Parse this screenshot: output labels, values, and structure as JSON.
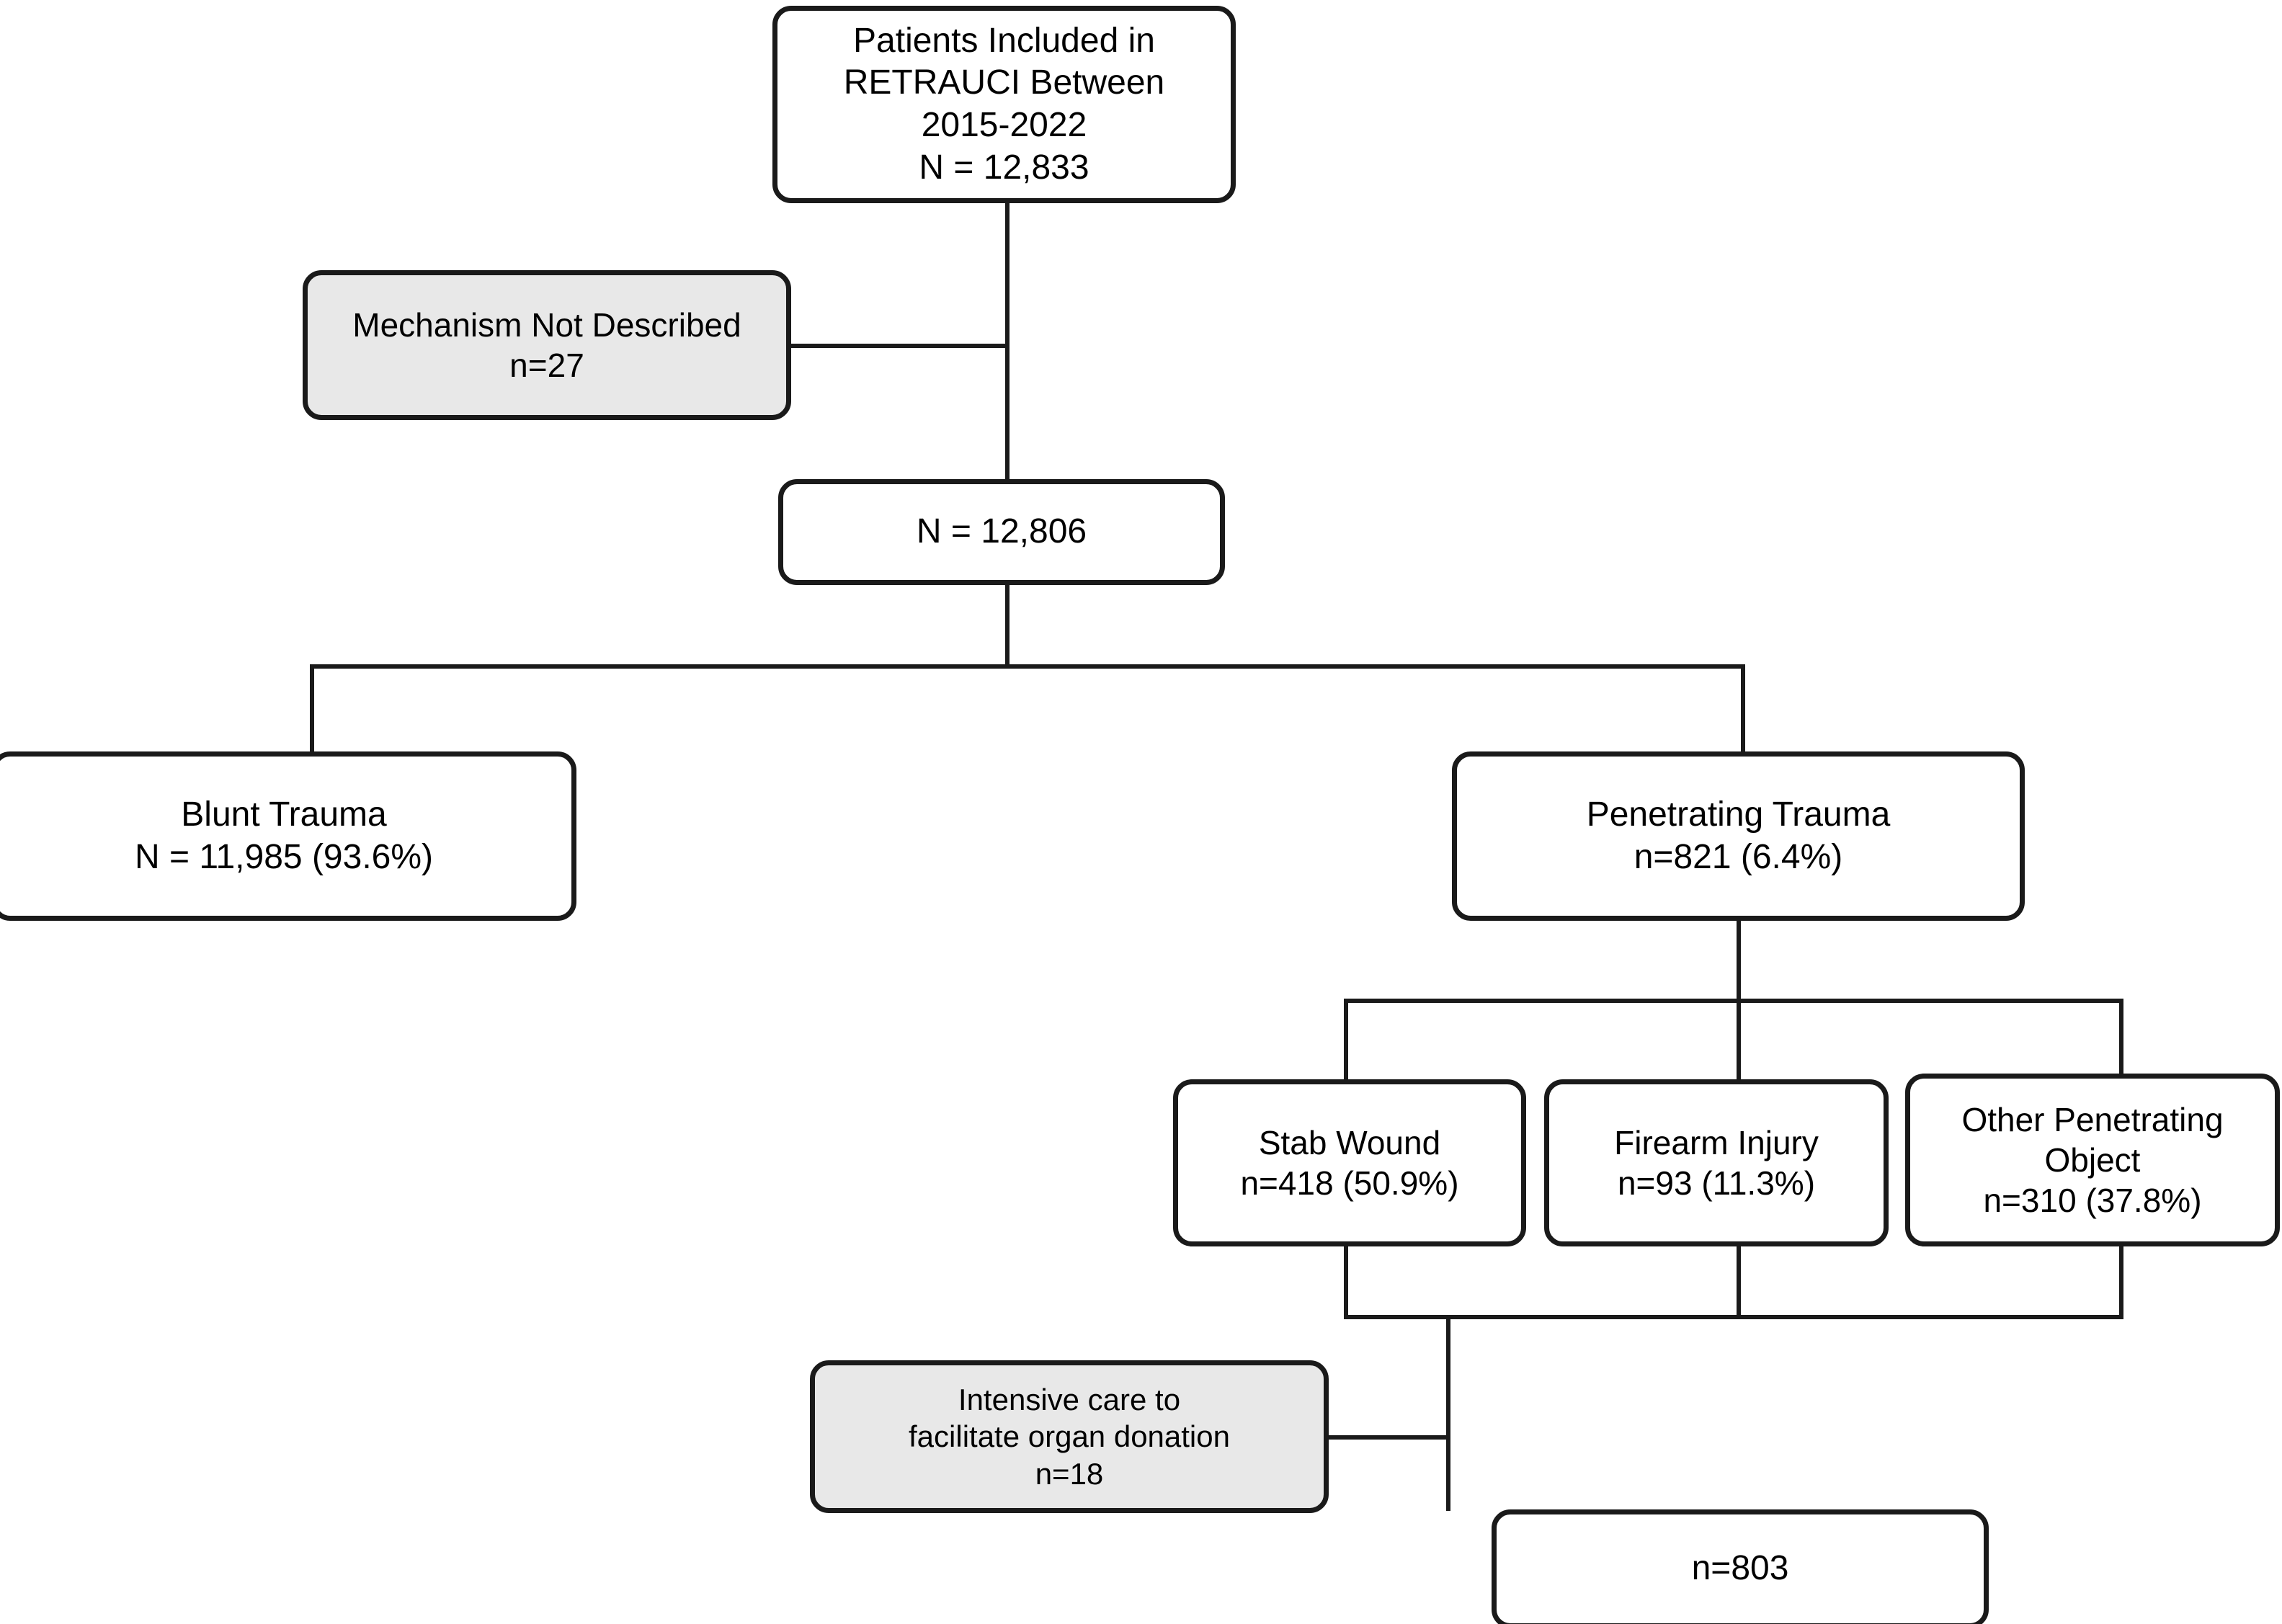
{
  "figure": {
    "type": "flow-diagram",
    "title": "Patient inclusion flow diagram (RETRAUCI 2015-2022)",
    "background": "#ffffff",
    "box_border_color": "#1a1a1a",
    "shaded_box_fill": "#e8e8e8",
    "plain_box_fill": "#ffffff"
  },
  "nodes": {
    "cohort_total": {
      "label": "Patients Included in\nRETRAUCI Between\n2015-2022\nN = 12,833",
      "style": "plain"
    },
    "mechanism_not_described": {
      "label": "Mechanism Not Described\nn=27",
      "style": "shaded"
    },
    "after_exclusion": {
      "label": "N = 12,806",
      "style": "plain"
    },
    "blunt_trauma": {
      "label": "Blunt Trauma\nN = 11,985 (93.6%)",
      "style": "plain"
    },
    "penetrating_trauma": {
      "label": "Penetrating Trauma\nn=821 (6.4%)",
      "style": "plain"
    },
    "stab_wound": {
      "label": "Stab Wound\nn=418 (50.9%)",
      "style": "plain"
    },
    "firearm_injury": {
      "label": "Firearm Injury\nn=93 (11.3%)",
      "style": "plain"
    },
    "other_penetrating_object": {
      "label": "Other Penetrating\nObject\nn=310 (37.8%)",
      "style": "plain"
    },
    "organ_donation": {
      "label": "Intensive care to\nfacilitate organ donation\nn=18",
      "style": "shaded"
    },
    "final_cohort": {
      "label": "n=803",
      "style": "plain"
    }
  },
  "counts": {
    "total_included": 12833,
    "mechanism_not_described": 27,
    "after_exclusion": 12806,
    "blunt_trauma": 11985,
    "blunt_trauma_percent": 93.6,
    "penetrating_trauma": 821,
    "penetrating_trauma_percent": 6.4,
    "stab_wound": 418,
    "stab_wound_percent": 50.9,
    "firearm_injury": 93,
    "firearm_injury_percent": 11.3,
    "other_penetrating_object": 310,
    "other_penetrating_object_percent": 37.8,
    "organ_donation_excluded": 18,
    "final_cohort": 803
  }
}
